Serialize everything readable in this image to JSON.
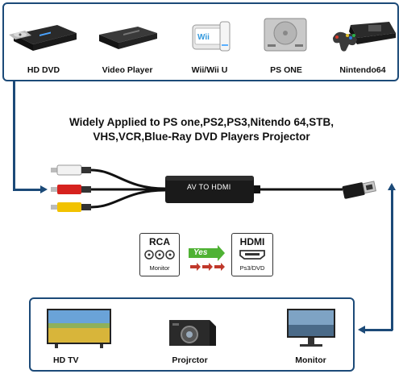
{
  "sources": [
    {
      "label": "HD DVD",
      "icon": "hd-dvd-player-icon"
    },
    {
      "label": "Video Player",
      "icon": "video-player-icon"
    },
    {
      "label": "Wii/Wii U",
      "icon": "wii-console-icon"
    },
    {
      "label": "PS ONE",
      "icon": "ps-one-console-icon"
    },
    {
      "label": "Nintendo64",
      "icon": "nintendo64-console-icon"
    }
  ],
  "headline": {
    "line1": "Widely Applied to PS one,PS2,PS3,Nitendo 64,STB,",
    "line2": "VHS,VCR,Blue-Ray DVD Players Projector"
  },
  "converter": {
    "box_label": "AV TO HDMI"
  },
  "badges": {
    "rca": {
      "title": "RCA",
      "sub": "Monitor"
    },
    "yes": {
      "label": "Yes"
    },
    "hdmi": {
      "title": "HDMI",
      "sub": "Ps3/DVD"
    }
  },
  "outputs": [
    {
      "label": "HD TV",
      "icon": "hd-tv-icon"
    },
    {
      "label": "Projrctor",
      "icon": "projector-icon"
    },
    {
      "label": "Monitor",
      "icon": "monitor-icon"
    }
  ],
  "colors": {
    "frame": "#1c4a78",
    "rca_white": "#f2f2f2",
    "rca_red": "#d6221e",
    "rca_yellow": "#f2c200",
    "yes_green": "#4fb234",
    "arrow_red": "#c0392b"
  }
}
